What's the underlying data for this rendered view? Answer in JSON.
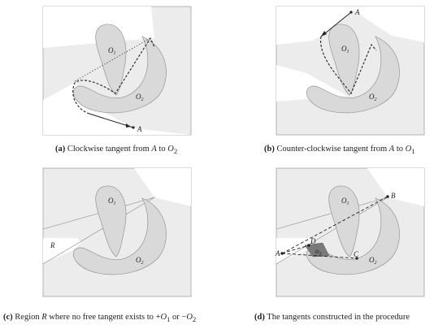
{
  "panels": [
    {
      "id": "a",
      "caption": {
        "tag": "(a)",
        "text": "Clockwise tangent from",
        "v1": "A",
        "mid": "to",
        "v2": "O",
        "v2sub": "2"
      },
      "labels": {
        "O1": "O",
        "O1sub": "1",
        "O2": "O",
        "O2sub": "2",
        "A": "A"
      }
    },
    {
      "id": "b",
      "caption": {
        "tag": "(b)",
        "text": "Counter-clockwise tangent from",
        "v1": "A",
        "mid": "to",
        "v2": "O",
        "v2sub": "1"
      },
      "labels": {
        "O1": "O",
        "O1sub": "1",
        "O2": "O",
        "O2sub": "2",
        "A": "A"
      }
    },
    {
      "id": "c",
      "caption": {
        "tag": "(c)",
        "text": "Region",
        "v1": "R",
        "mid": "where no free tangent exists to +",
        "v2": "O",
        "v2sub": "1",
        "tail": "or −",
        "v3": "O",
        "v3sub": "2"
      },
      "labels": {
        "O1": "O",
        "O1sub": "1",
        "O2": "O",
        "O2sub": "2",
        "R": "R"
      }
    },
    {
      "id": "d",
      "caption": {
        "tag": "(d)",
        "text": "The tangents constructed in the procedure"
      },
      "labels": {
        "O1": "O",
        "O1sub": "1",
        "O2": "O",
        "O2sub": "2",
        "A": "A",
        "B": "B",
        "C": "C",
        "D": "D",
        "o3": "o",
        "o3sub": "3"
      }
    }
  ],
  "colors": {
    "obstacle": "#d9d9d9",
    "shade": "#ececec",
    "stroke": "#888888",
    "path": "#222222",
    "dark": "#7a7a7a"
  }
}
